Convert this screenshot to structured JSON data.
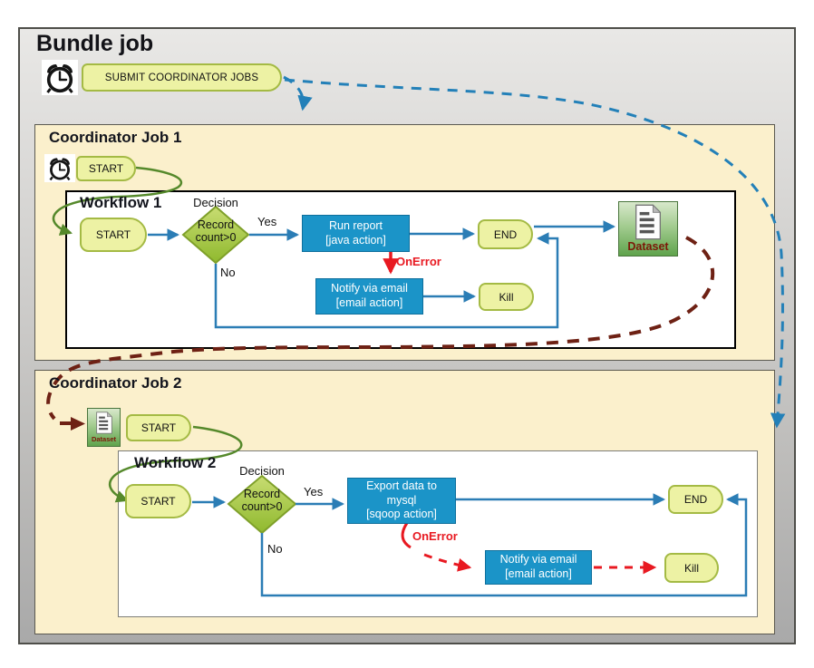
{
  "bundle": {
    "title": "Bundle job",
    "submit_button": "SUBMIT COORDINATOR JOBS"
  },
  "coordinator1": {
    "title": "Coordinator Job 1",
    "start": "START",
    "workflow": {
      "title": "Workflow 1",
      "start": "START",
      "decision_caption": "Decision",
      "decision_lines": [
        "Record",
        "count>0"
      ],
      "yes": "Yes",
      "no": "No",
      "action_main": [
        "Run report",
        "[java action]"
      ],
      "on_error": "OnError",
      "action_error": [
        "Notify via email",
        "[email action]"
      ],
      "end": "END",
      "kill": "Kill",
      "dataset": "Dataset"
    }
  },
  "coordinator2": {
    "title": "Coordinator Job 2",
    "dataset": "Dataset",
    "start": "START",
    "workflow": {
      "title": "Workflow 2",
      "start": "START",
      "decision_caption": "Decision",
      "decision_lines": [
        "Record",
        "count>0"
      ],
      "yes": "Yes",
      "no": "No",
      "action_main": [
        "Export data to",
        "mysql",
        "[sqoop action]"
      ],
      "on_error": "OnError",
      "action_error": [
        "Notify via email",
        "[email action]"
      ],
      "end": "END",
      "kill": "Kill"
    }
  },
  "colors": {
    "pill_fill": "#EDF2A4",
    "pill_border": "#A4BA44",
    "action_fill": "#1B94C8",
    "diamond_fill": "#A9C94B",
    "arrow_blue": "#2B7DB5",
    "arrow_green": "#55892B",
    "arrow_red": "#E81921",
    "arrow_maroon": "#6E2114",
    "dashed_blue": "#2380B8",
    "coordinator_fill": "#FBF0CC",
    "dataset_green": "#5FA34C"
  }
}
